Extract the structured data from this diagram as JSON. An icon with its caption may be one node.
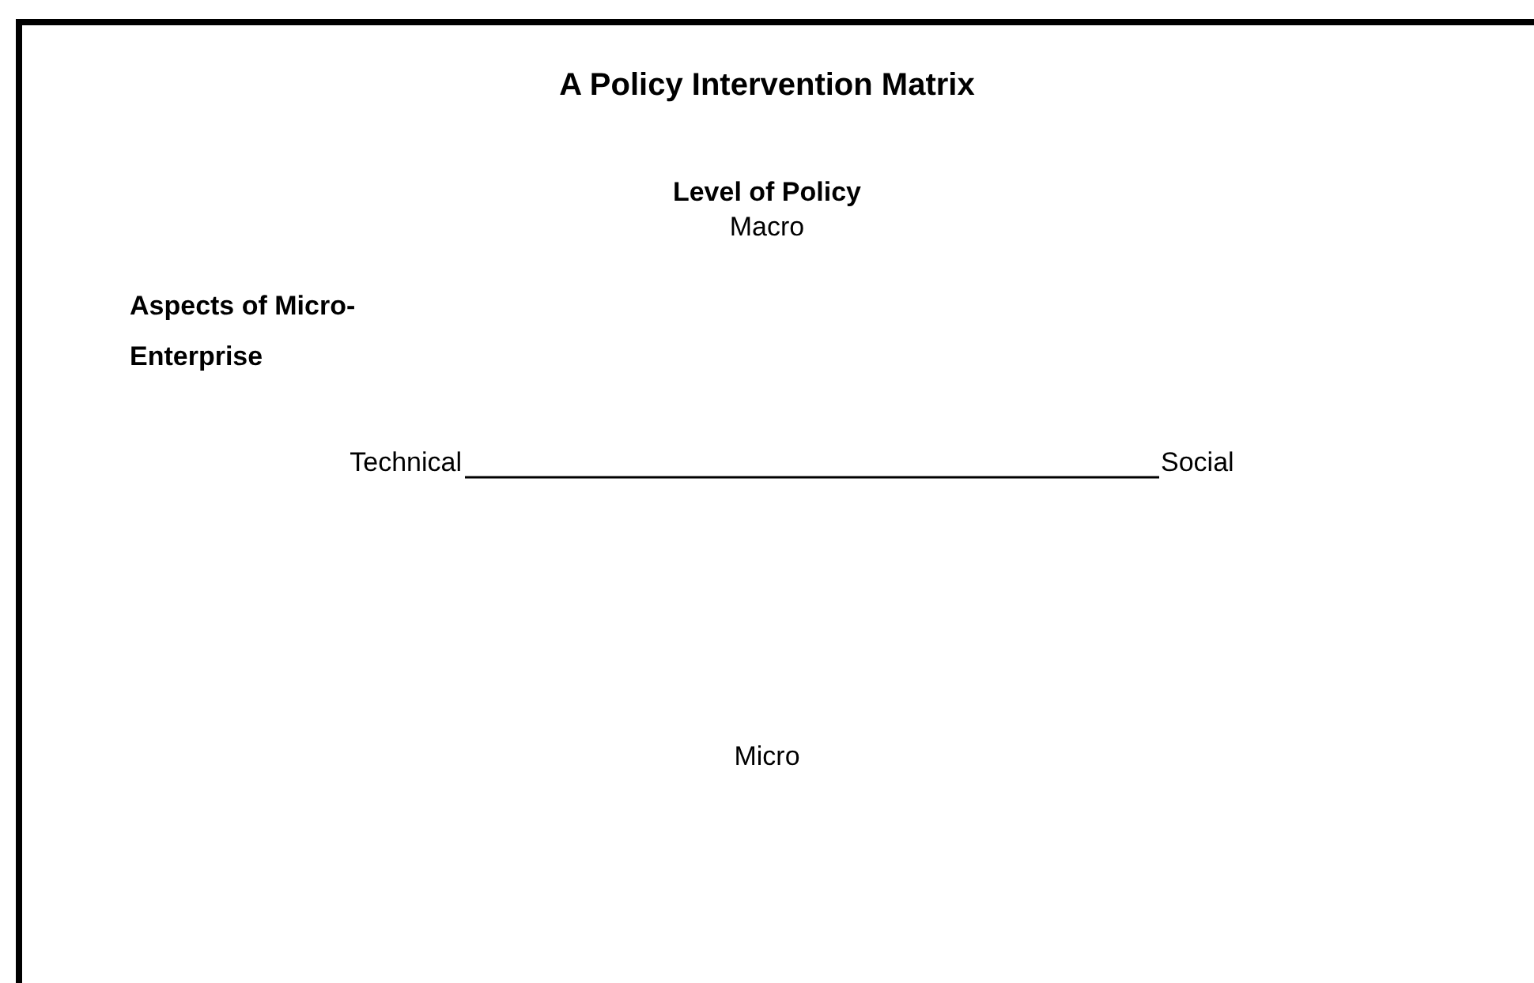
{
  "diagram": {
    "title": "A Policy Intervention Matrix",
    "labels": [
      "Level of Policy",
      "Macro",
      "Aspects of Micro-Enterprise",
      "Technical",
      "Social",
      "Micro"
    ]
  }
}
